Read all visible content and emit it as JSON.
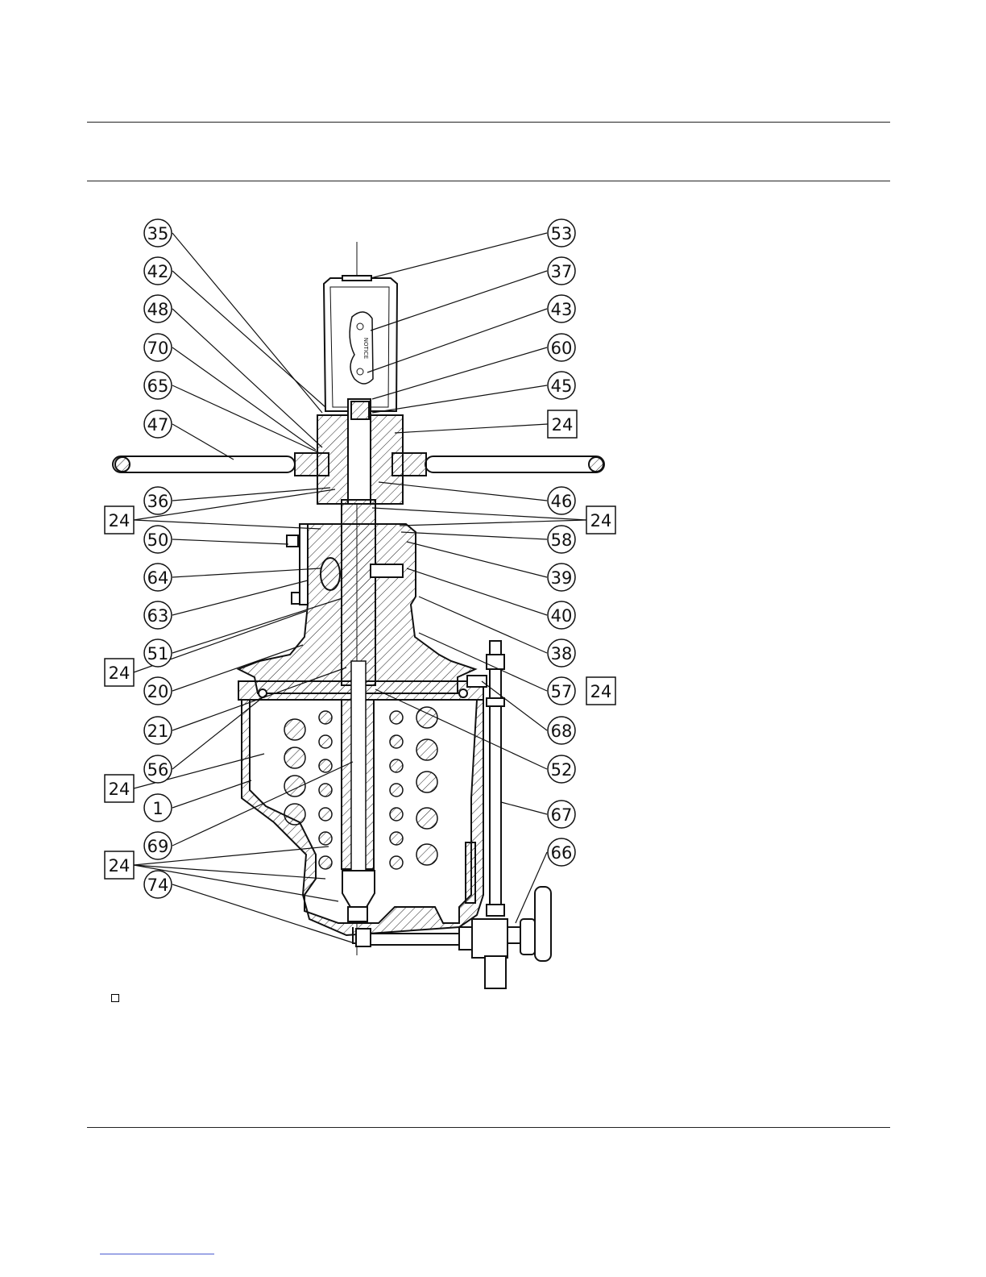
{
  "diagram": {
    "labels_left": [
      "35",
      "42",
      "48",
      "70",
      "65",
      "47",
      "36",
      "24",
      "50",
      "64",
      "63",
      "51",
      "24",
      "20",
      "21",
      "56",
      "24",
      "1",
      "69",
      "24",
      "74"
    ],
    "labels_right": [
      "53",
      "37",
      "43",
      "60",
      "45",
      "24",
      "46",
      "24",
      "58",
      "39",
      "40",
      "38",
      "57",
      "24",
      "68",
      "52",
      "67",
      "66"
    ],
    "boxed_label": "24",
    "valve_tag_text": "NOTICE"
  },
  "colors": {
    "line": "#111111",
    "rule": "#222222",
    "link": "#4a5bd0"
  }
}
